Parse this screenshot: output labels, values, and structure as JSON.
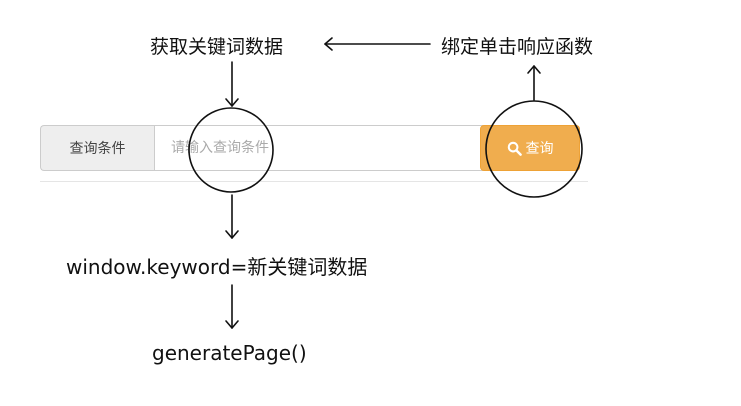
{
  "annotations": {
    "get_keyword": "获取关键词数据",
    "bind_click": "绑定单击响应函数",
    "assign_keyword": "window.keyword=新关键词数据",
    "call_generate": "generatePage()"
  },
  "search": {
    "addon_label": "查询条件",
    "placeholder": "请输入查询条件",
    "button_label": "查询",
    "button_icon": "search-icon"
  },
  "colors": {
    "button": "#f0ad4e",
    "addon_bg": "#eeeeee",
    "stroke": "#111111"
  }
}
